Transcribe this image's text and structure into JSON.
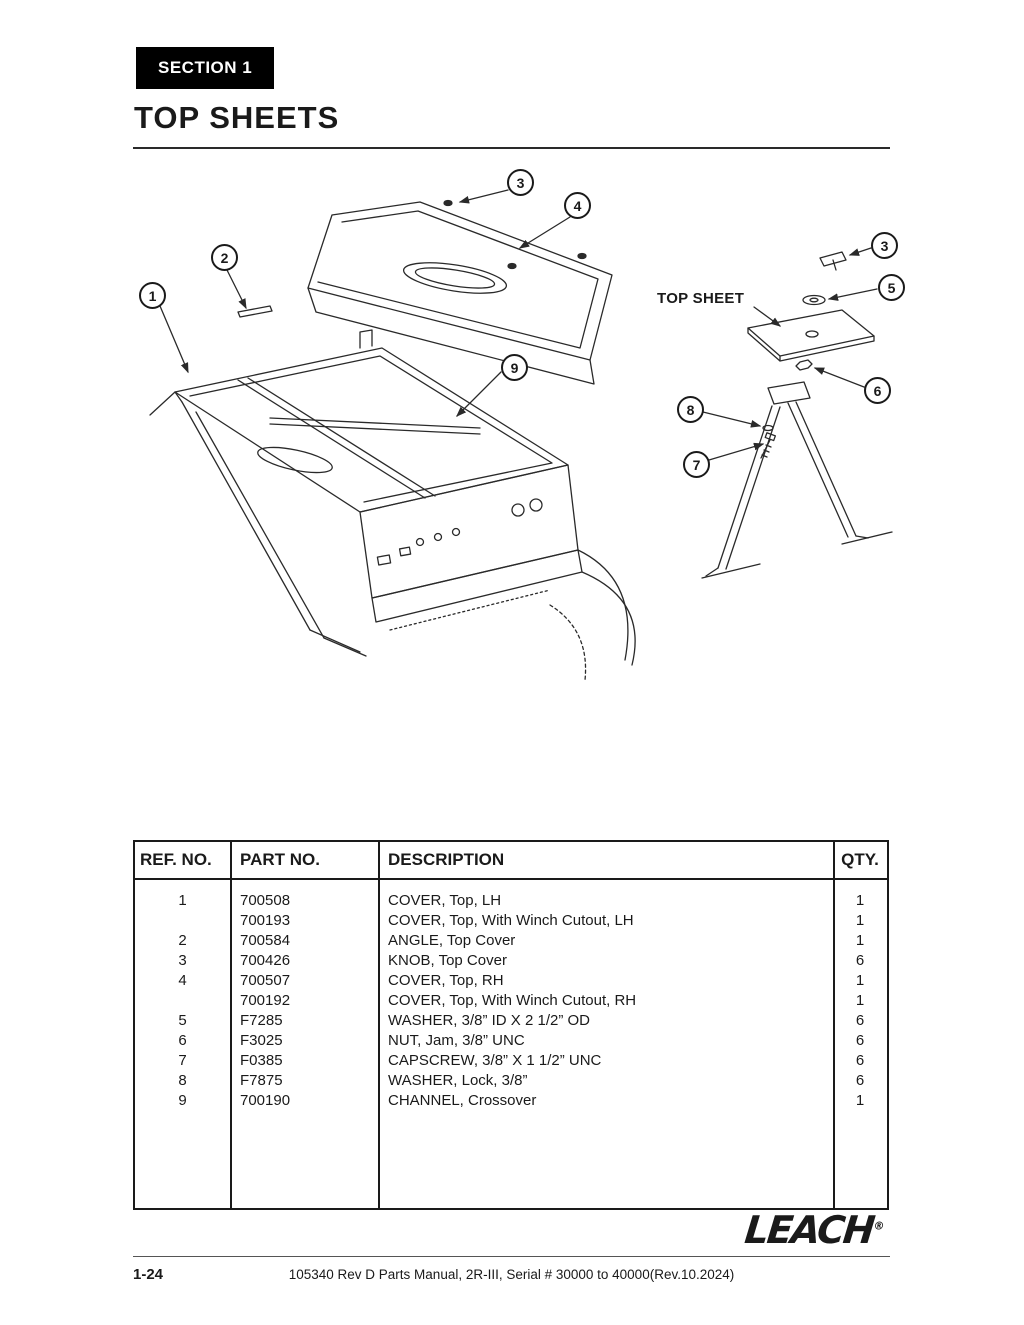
{
  "page": {
    "section_label": "SECTION 1",
    "title": "TOP SHEETS",
    "page_number": "1-24",
    "footer_text": "105340 Rev D Parts Manual, 2R-III, Serial # 30000 to 40000(Rev.10.2024)",
    "brand": "LEACH",
    "brand_reg": "®"
  },
  "diagram": {
    "label": "TOP SHEET",
    "callouts": [
      "1",
      "2",
      "3",
      "4",
      "3",
      "5",
      "9",
      "6",
      "8",
      "7"
    ]
  },
  "table": {
    "headers": [
      "REF. NO.",
      "PART NO.",
      "DESCRIPTION",
      "QTY."
    ],
    "rows": [
      {
        "ref": "1",
        "part": "700508",
        "desc": "COVER, Top, LH",
        "qty": "1"
      },
      {
        "ref": "",
        "part": "700193",
        "desc": "COVER, Top, With Winch Cutout, LH",
        "qty": "1"
      },
      {
        "ref": "2",
        "part": "700584",
        "desc": "ANGLE, Top Cover",
        "qty": "1"
      },
      {
        "ref": "3",
        "part": "700426",
        "desc": "KNOB, Top Cover",
        "qty": "6"
      },
      {
        "ref": "4",
        "part": "700507",
        "desc": "COVER, Top, RH",
        "qty": "1"
      },
      {
        "ref": "",
        "part": "700192",
        "desc": "COVER, Top, With Winch Cutout, RH",
        "qty": "1"
      },
      {
        "ref": "5",
        "part": "F7285",
        "desc": "WASHER, 3/8” ID X 2 1/2” OD",
        "qty": "6"
      },
      {
        "ref": "6",
        "part": "F3025",
        "desc": "NUT, Jam, 3/8” UNC",
        "qty": "6"
      },
      {
        "ref": "7",
        "part": "F0385",
        "desc": "CAPSCREW, 3/8” X 1 1/2” UNC",
        "qty": "6"
      },
      {
        "ref": "8",
        "part": "F7875",
        "desc": "WASHER, Lock, 3/8”",
        "qty": "6"
      },
      {
        "ref": "9",
        "part": "700190",
        "desc": "CHANNEL, Crossover",
        "qty": "1"
      }
    ]
  }
}
